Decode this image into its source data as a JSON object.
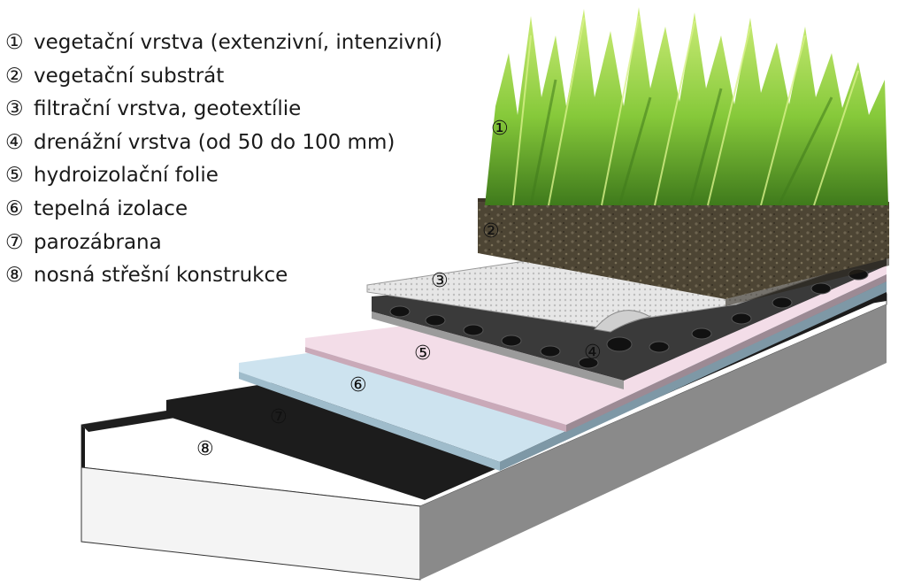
{
  "legend": [
    {
      "marker": "①",
      "label": "vegetační vrstva (extenzivní, intenzivní)"
    },
    {
      "marker": "②",
      "label": "vegetační substrát"
    },
    {
      "marker": "③",
      "label": "filtrační vrstva, geotextílie"
    },
    {
      "marker": "④",
      "label": "drenážní vrstva (od 50 do 100 mm)"
    },
    {
      "marker": "⑤",
      "label": "hydroizolační folie"
    },
    {
      "marker": "⑥",
      "label": "tepelná izolace"
    },
    {
      "marker": "⑦",
      "label": "parozábrana"
    },
    {
      "marker": "⑧",
      "label": "nosná střešní konstrukce"
    }
  ],
  "markers": [
    "①",
    "②",
    "③",
    "④",
    "⑤",
    "⑥",
    "⑦",
    "⑧"
  ],
  "colors": {
    "grass": "#7fc635",
    "grass_light": "#c3e86a",
    "substrate": "#4a4232",
    "geotextile": "#dcdcdc",
    "drainage": "#2e2e2e",
    "membrane": "#f3dde8",
    "insulation": "#c9e1ee",
    "vapor_barrier": "#1c1c1c",
    "structure": "#ffffff"
  }
}
